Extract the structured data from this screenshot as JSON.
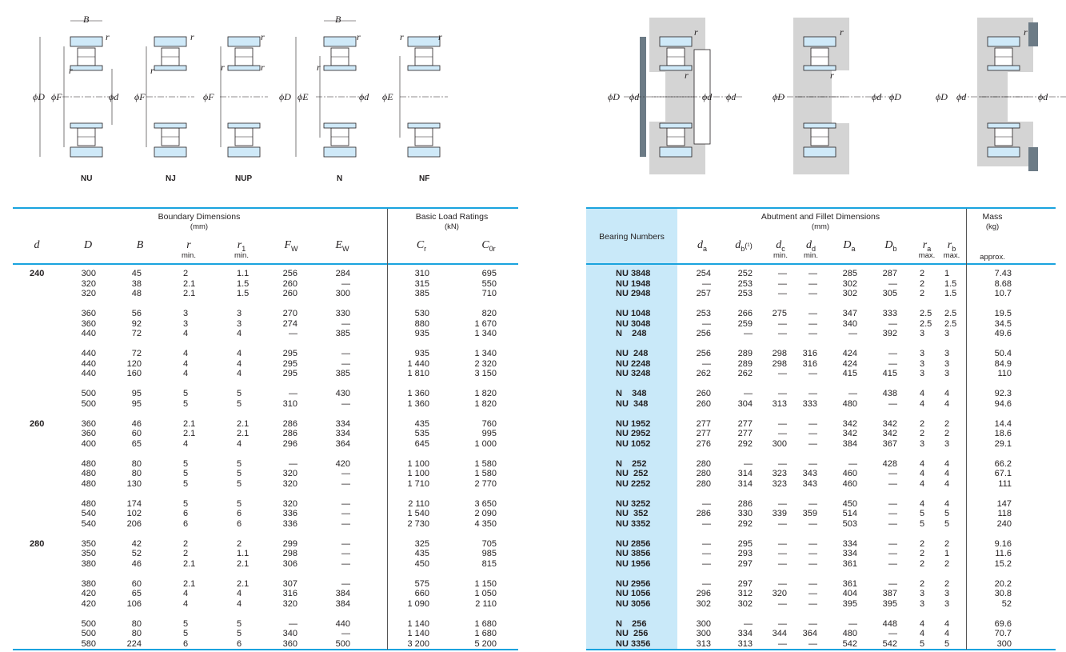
{
  "diagrams": {
    "types": [
      "NU",
      "NJ",
      "NUP",
      "N",
      "NF"
    ],
    "left_labels": {
      "B": "B",
      "r": "r",
      "r1": "r",
      "r1_sub": "1",
      "phiD": "ϕD",
      "phiFw": "ϕF",
      "w": "W",
      "phid": "ϕd",
      "phiEw": "ϕE"
    },
    "right_labels": {
      "ra": "r",
      "a": "a",
      "rb": "r",
      "b": "b",
      "phiDa": "ϕD",
      "phidb": "ϕd",
      "phidc": "ϕd",
      "c": "c",
      "phiDb": "ϕD",
      "phida": "ϕd",
      "phidd": "ϕd",
      "d": "d"
    }
  },
  "left_table": {
    "boundary_title": "Boundary Dimensions",
    "boundary_unit": "(mm)",
    "load_title": "Basic Load Ratings",
    "load_unit": "(kN)",
    "columns": [
      {
        "sym": "d",
        "sub": "",
        "note": ""
      },
      {
        "sym": "D",
        "sub": "",
        "note": ""
      },
      {
        "sym": "B",
        "sub": "",
        "note": ""
      },
      {
        "sym": "r",
        "sub": "",
        "note": "min."
      },
      {
        "sym": "r",
        "sub": "1",
        "note": "min."
      },
      {
        "sym": "F",
        "sub": "W",
        "note": ""
      },
      {
        "sym": "E",
        "sub": "W",
        "note": ""
      },
      {
        "sym": "C",
        "sub": "r",
        "note": ""
      },
      {
        "sym": "C",
        "sub": "0r",
        "note": ""
      }
    ]
  },
  "right_table": {
    "bearing_numbers_title": "Bearing Numbers",
    "abutment_title": "Abutment and Fillet Dimensions",
    "abutment_unit": "(mm)",
    "mass_title": "Mass",
    "mass_unit": "(kg)",
    "columns": [
      {
        "sym": "d",
        "sub": "a",
        "note": ""
      },
      {
        "sym": "d",
        "sub": "b",
        "note": "",
        "sup": "(¹)"
      },
      {
        "sym": "d",
        "sub": "c",
        "note": "min."
      },
      {
        "sym": "d",
        "sub": "d",
        "note": "min."
      },
      {
        "sym": "D",
        "sub": "a",
        "note": ""
      },
      {
        "sym": "D",
        "sub": "b",
        "note": ""
      },
      {
        "sym": "r",
        "sub": "a",
        "note": "max."
      },
      {
        "sym": "r",
        "sub": "b",
        "note": "max."
      },
      {
        "sym": "",
        "sub": "",
        "note": "approx."
      }
    ]
  },
  "sections": [
    {
      "d": "240",
      "groups": [
        [
          [
            "300",
            "45",
            "2",
            "1.1",
            "256",
            "284",
            "310",
            "695",
            "NU 3848",
            "254",
            "252",
            "—",
            "—",
            "285",
            "287",
            "2",
            "1",
            "7.43"
          ],
          [
            "320",
            "38",
            "2.1",
            "1.5",
            "260",
            "—",
            "315",
            "550",
            "NU 1948",
            "—",
            "253",
            "—",
            "—",
            "302",
            "—",
            "2",
            "1.5",
            "8.68"
          ],
          [
            "320",
            "48",
            "2.1",
            "1.5",
            "260",
            "300",
            "385",
            "710",
            "NU 2948",
            "257",
            "253",
            "—",
            "—",
            "302",
            "305",
            "2",
            "1.5",
            "10.7"
          ]
        ],
        [
          [
            "360",
            "56",
            "3",
            "3",
            "270",
            "330",
            "530",
            "820",
            "NU 1048",
            "253",
            "266",
            "275",
            "—",
            "347",
            "333",
            "2.5",
            "2.5",
            "19.5"
          ],
          [
            "360",
            "92",
            "3",
            "3",
            "274",
            "—",
            "880",
            "1 670",
            "NU 3048",
            "—",
            "259",
            "—",
            "—",
            "340",
            "—",
            "2.5",
            "2.5",
            "34.5"
          ],
          [
            "440",
            "72",
            "4",
            "4",
            "—",
            "385",
            "935",
            "1 340",
            "N    248",
            "256",
            "—",
            "—",
            "—",
            "—",
            "392",
            "3",
            "3",
            "49.6"
          ]
        ],
        [
          [
            "440",
            "72",
            "4",
            "4",
            "295",
            "—",
            "935",
            "1 340",
            "NU  248",
            "256",
            "289",
            "298",
            "316",
            "424",
            "—",
            "3",
            "3",
            "50.4"
          ],
          [
            "440",
            "120",
            "4",
            "4",
            "295",
            "—",
            "1 440",
            "2 320",
            "NU 2248",
            "—",
            "289",
            "298",
            "316",
            "424",
            "—",
            "3",
            "3",
            "84.9"
          ],
          [
            "440",
            "160",
            "4",
            "4",
            "295",
            "385",
            "1 810",
            "3 150",
            "NU 3248",
            "262",
            "262",
            "—",
            "—",
            "415",
            "415",
            "3",
            "3",
            "110"
          ]
        ],
        [
          [
            "500",
            "95",
            "5",
            "5",
            "—",
            "430",
            "1 360",
            "1 820",
            "N    348",
            "260",
            "—",
            "—",
            "—",
            "—",
            "438",
            "4",
            "4",
            "92.3"
          ],
          [
            "500",
            "95",
            "5",
            "5",
            "310",
            "—",
            "1 360",
            "1 820",
            "NU  348",
            "260",
            "304",
            "313",
            "333",
            "480",
            "—",
            "4",
            "4",
            "94.6"
          ]
        ]
      ]
    },
    {
      "d": "260",
      "groups": [
        [
          [
            "360",
            "46",
            "2.1",
            "2.1",
            "286",
            "334",
            "435",
            "760",
            "NU 1952",
            "277",
            "277",
            "—",
            "—",
            "342",
            "342",
            "2",
            "2",
            "14.4"
          ],
          [
            "360",
            "60",
            "2.1",
            "2.1",
            "286",
            "334",
            "535",
            "995",
            "NU 2952",
            "277",
            "277",
            "—",
            "—",
            "342",
            "342",
            "2",
            "2",
            "18.6"
          ],
          [
            "400",
            "65",
            "4",
            "4",
            "296",
            "364",
            "645",
            "1 000",
            "NU 1052",
            "276",
            "292",
            "300",
            "—",
            "384",
            "367",
            "3",
            "3",
            "29.1"
          ]
        ],
        [
          [
            "480",
            "80",
            "5",
            "5",
            "—",
            "420",
            "1 100",
            "1 580",
            "N    252",
            "280",
            "—",
            "—",
            "—",
            "—",
            "428",
            "4",
            "4",
            "66.2"
          ],
          [
            "480",
            "80",
            "5",
            "5",
            "320",
            "—",
            "1 100",
            "1 580",
            "NU  252",
            "280",
            "314",
            "323",
            "343",
            "460",
            "—",
            "4",
            "4",
            "67.1"
          ],
          [
            "480",
            "130",
            "5",
            "5",
            "320",
            "—",
            "1 710",
            "2 770",
            "NU 2252",
            "280",
            "314",
            "323",
            "343",
            "460",
            "—",
            "4",
            "4",
            "111"
          ]
        ],
        [
          [
            "480",
            "174",
            "5",
            "5",
            "320",
            "—",
            "2 110",
            "3 650",
            "NU 3252",
            "—",
            "286",
            "—",
            "—",
            "450",
            "—",
            "4",
            "4",
            "147"
          ],
          [
            "540",
            "102",
            "6",
            "6",
            "336",
            "—",
            "1 540",
            "2 090",
            "NU  352",
            "286",
            "330",
            "339",
            "359",
            "514",
            "—",
            "5",
            "5",
            "118"
          ],
          [
            "540",
            "206",
            "6",
            "6",
            "336",
            "—",
            "2 730",
            "4 350",
            "NU 3352",
            "—",
            "292",
            "—",
            "—",
            "503",
            "—",
            "5",
            "5",
            "240"
          ]
        ]
      ]
    },
    {
      "d": "280",
      "groups": [
        [
          [
            "350",
            "42",
            "2",
            "2",
            "299",
            "—",
            "325",
            "705",
            "NU 2856",
            "—",
            "295",
            "—",
            "—",
            "334",
            "—",
            "2",
            "2",
            "9.16"
          ],
          [
            "350",
            "52",
            "2",
            "1.1",
            "298",
            "—",
            "435",
            "985",
            "NU 3856",
            "—",
            "293",
            "—",
            "—",
            "334",
            "—",
            "2",
            "1",
            "11.6"
          ],
          [
            "380",
            "46",
            "2.1",
            "2.1",
            "306",
            "—",
            "450",
            "815",
            "NU 1956",
            "—",
            "297",
            "—",
            "—",
            "361",
            "—",
            "2",
            "2",
            "15.2"
          ]
        ],
        [
          [
            "380",
            "60",
            "2.1",
            "2.1",
            "307",
            "—",
            "575",
            "1 150",
            "NU 2956",
            "—",
            "297",
            "—",
            "—",
            "361",
            "—",
            "2",
            "2",
            "20.2"
          ],
          [
            "420",
            "65",
            "4",
            "4",
            "316",
            "384",
            "660",
            "1 050",
            "NU 1056",
            "296",
            "312",
            "320",
            "—",
            "404",
            "387",
            "3",
            "3",
            "30.8"
          ],
          [
            "420",
            "106",
            "4",
            "4",
            "320",
            "384",
            "1 090",
            "2 110",
            "NU 3056",
            "302",
            "302",
            "—",
            "—",
            "395",
            "395",
            "3",
            "3",
            "52"
          ]
        ],
        [
          [
            "500",
            "80",
            "5",
            "5",
            "—",
            "440",
            "1 140",
            "1 680",
            "N    256",
            "300",
            "—",
            "—",
            "—",
            "—",
            "448",
            "4",
            "4",
            "69.6"
          ],
          [
            "500",
            "80",
            "5",
            "5",
            "340",
            "—",
            "1 140",
            "1 680",
            "NU  256",
            "300",
            "334",
            "344",
            "364",
            "480",
            "—",
            "4",
            "4",
            "70.7"
          ],
          [
            "580",
            "224",
            "6",
            "6",
            "360",
            "500",
            "3 200",
            "5 200",
            "NU 3356",
            "313",
            "313",
            "—",
            "—",
            "542",
            "542",
            "5",
            "5",
            "300"
          ]
        ]
      ]
    }
  ]
}
